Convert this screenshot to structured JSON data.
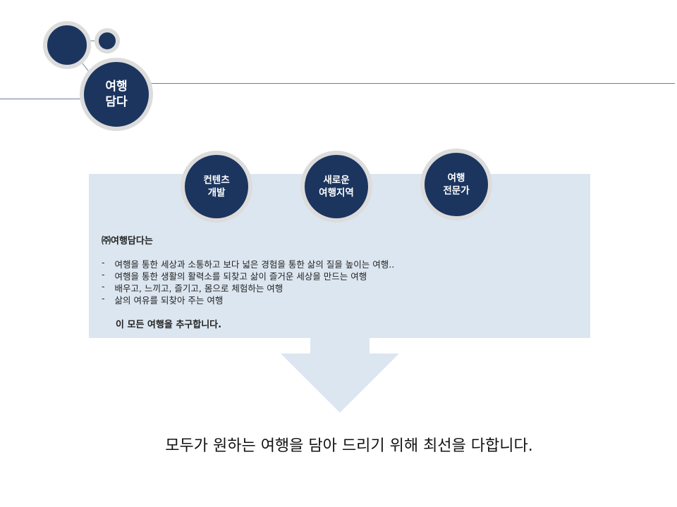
{
  "logo": {
    "line1": "여행",
    "line2": "담다"
  },
  "circles": [
    {
      "line1": "컨텐츠",
      "line2": "개발"
    },
    {
      "line1": "새로운",
      "line2": "여행지역"
    },
    {
      "line1": "여행",
      "line2": "전문가"
    }
  ],
  "intro": {
    "heading": "㈜여행담다는",
    "bullet_marker": "-",
    "bullets": [
      "여행을 통한 세상과 소통하고 보다 넓은 경험을 통한 삶의 질을 높이는 여행..",
      "여행을 통한 생활의 활력소를 되찾고 삶이 즐거운 세상을 만드는 여행",
      "배우고, 느끼고, 즐기고, 몸으로 체험하는 여행",
      "삶의 여유를 되찾아 주는 여행"
    ],
    "closing": "이 모든 여행을 추구합니다."
  },
  "tagline": "모두가 원하는 여행을 담아 드리기 위해 최선을 다합니다.",
  "colors": {
    "navy": "#1b355e",
    "ring": "#dcdcdc",
    "panel": "#dce6f0"
  }
}
